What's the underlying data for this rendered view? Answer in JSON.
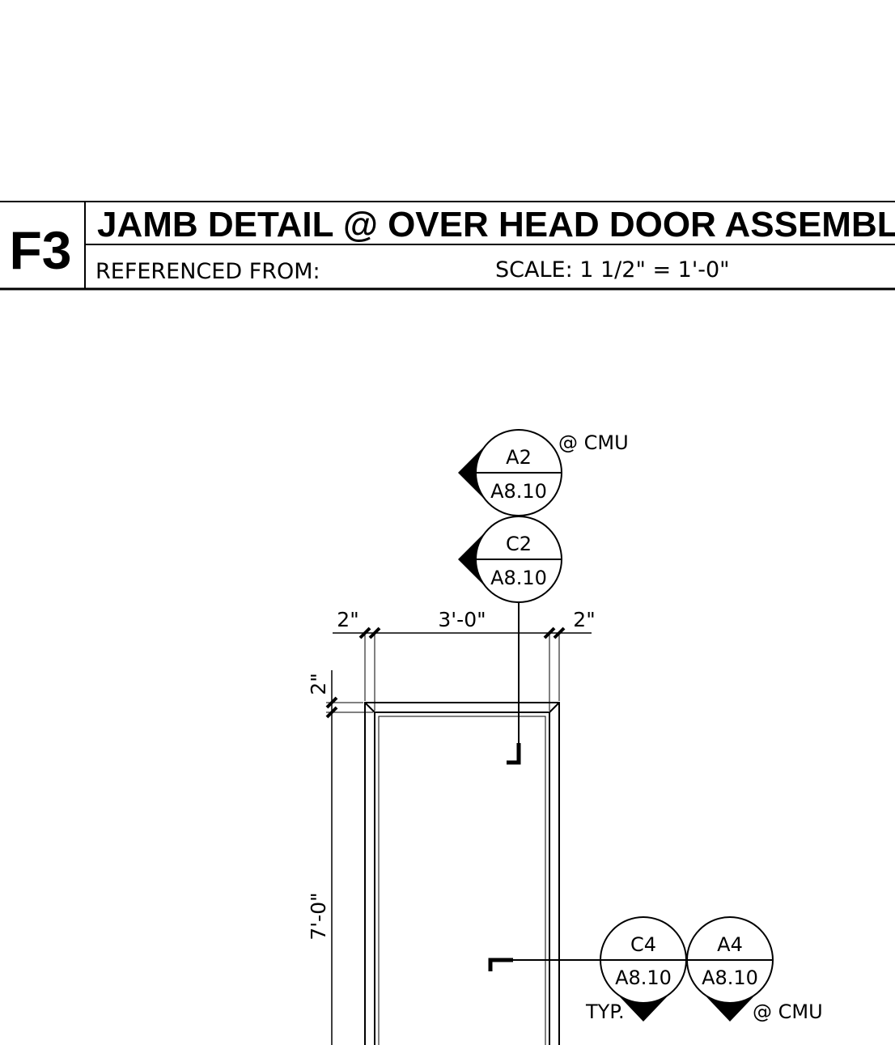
{
  "title_block": {
    "detail_number": "F3",
    "title": "JAMB DETAIL @ OVER HEAD DOOR ASSEMBLY",
    "referenced_from_label": "REFERENCED FROM:",
    "scale": "SCALE: 1 1/2\" = 1'-0\""
  },
  "callouts": {
    "top_section": {
      "detail": "A2",
      "sheet": "A8.10",
      "note": "@ CMU"
    },
    "top_section_2": {
      "detail": "C2",
      "sheet": "A8.10"
    },
    "side_section": {
      "detail": "C4",
      "sheet": "A8.10",
      "note": "TYP."
    },
    "side_section_2": {
      "detail": "A4",
      "sheet": "A8.10",
      "note": "@ CMU"
    }
  },
  "dimensions": {
    "left_jamb": "2\"",
    "opening_width": "3'-0\"",
    "right_jamb": "2\"",
    "head": "2\"",
    "opening_height": "7'-0\""
  }
}
